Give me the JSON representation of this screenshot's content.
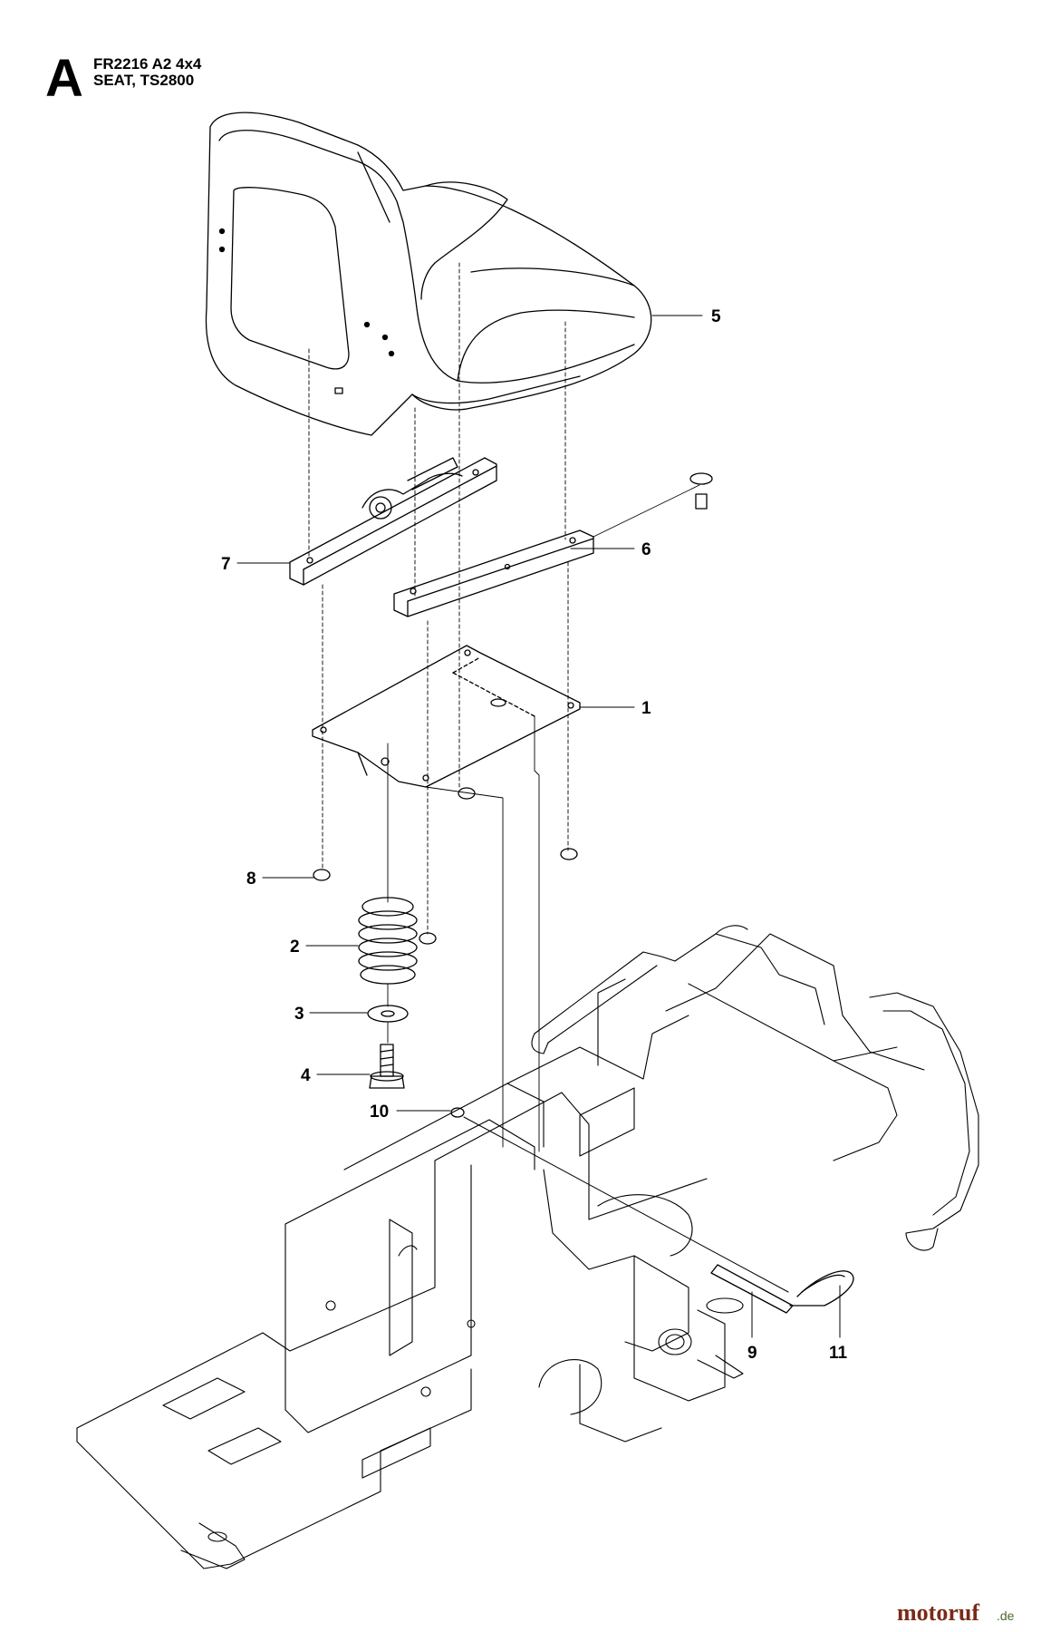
{
  "header": {
    "section_letter": "A",
    "model": "FR2216 A2 4x4",
    "assembly": "SEAT, TS2800"
  },
  "callouts": [
    {
      "id": "5",
      "label": "5"
    },
    {
      "id": "7",
      "label": "7"
    },
    {
      "id": "6",
      "label": "6"
    },
    {
      "id": "1",
      "label": "1"
    },
    {
      "id": "8",
      "label": "8"
    },
    {
      "id": "2",
      "label": "2"
    },
    {
      "id": "3",
      "label": "3"
    },
    {
      "id": "4",
      "label": "4"
    },
    {
      "id": "10",
      "label": "10"
    },
    {
      "id": "9",
      "label": "9"
    },
    {
      "id": "11",
      "label": "11"
    }
  ],
  "watermark": {
    "brand": "motoruf",
    "tld": ".de",
    "brand_color": "#7a2a18",
    "tld_color": "#4a6a2a"
  }
}
